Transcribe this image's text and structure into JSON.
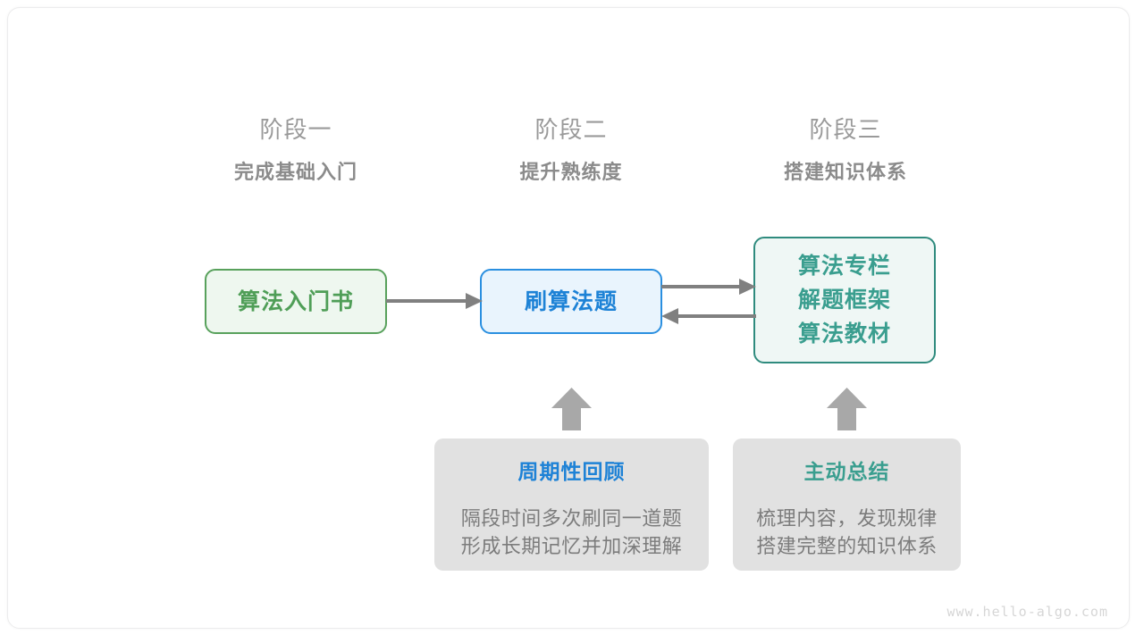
{
  "frame": {
    "label": "diagram-frame"
  },
  "stages": [
    {
      "title": "阶段一",
      "subtitle": "完成基础入门"
    },
    {
      "title": "阶段二",
      "subtitle": "提升熟练度"
    },
    {
      "title": "阶段三",
      "subtitle": "搭建知识体系"
    }
  ],
  "nodes": {
    "intro_book": {
      "label": "算法入门书",
      "color": "#4f9e57"
    },
    "practice": {
      "label": "刷算法题",
      "color": "#1d82d6"
    },
    "resources": {
      "lines": [
        "算法专栏",
        "解题框架",
        "算法教材"
      ],
      "color": "#3a9e8f"
    }
  },
  "panels": [
    {
      "title": "周期性回顾",
      "title_color": "#1e82d6",
      "lines": [
        "隔段时间多次刷同一道题",
        "形成长期记忆并加深理解"
      ]
    },
    {
      "title": "主动总结",
      "title_color": "#3a9e8f",
      "lines": [
        "梳理内容，发现规律",
        "搭建完整的知识体系"
      ]
    }
  ],
  "connectors": {
    "arrow_color": "#808080",
    "up_arrow_color": "#a8a8a8",
    "items": [
      "book-to-practice-arrow",
      "practice-to-resources-arrow",
      "resources-to-practice-arrow",
      "review-up-arrow",
      "summary-up-arrow"
    ]
  },
  "watermark": {
    "text": "www.hello-algo.com"
  }
}
